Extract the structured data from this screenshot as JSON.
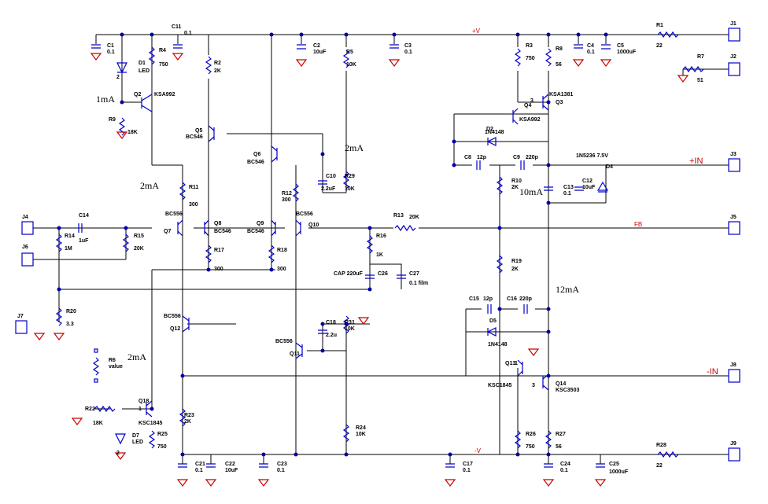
{
  "rails": {
    "pos": "+V",
    "neg": "-V",
    "fb": "FB",
    "in_pos": "+IN",
    "in_neg": "-IN"
  },
  "annotations": {
    "a1": "1mA",
    "a2": "2mA",
    "a3": "2mA",
    "a4": "2mA",
    "a5": "10mA",
    "a6": "12mA"
  },
  "connectors": [
    {
      "ref": "J1"
    },
    {
      "ref": "J2"
    },
    {
      "ref": "J3"
    },
    {
      "ref": "J4"
    },
    {
      "ref": "J5"
    },
    {
      "ref": "J6"
    },
    {
      "ref": "J7"
    },
    {
      "ref": "J8"
    },
    {
      "ref": "J9"
    }
  ],
  "resistors": [
    {
      "ref": "R1",
      "value": "22"
    },
    {
      "ref": "R2",
      "value": "2K"
    },
    {
      "ref": "R3",
      "value": "750"
    },
    {
      "ref": "R4",
      "value": "750"
    },
    {
      "ref": "R5",
      "value": "10K"
    },
    {
      "ref": "R6",
      "value": "value"
    },
    {
      "ref": "R7",
      "value": "51"
    },
    {
      "ref": "R8",
      "value": "56"
    },
    {
      "ref": "R9",
      "value": "18K"
    },
    {
      "ref": "R10",
      "value": "2K"
    },
    {
      "ref": "R11",
      "value": "300"
    },
    {
      "ref": "R12",
      "value": "300"
    },
    {
      "ref": "R13",
      "value": "20K"
    },
    {
      "ref": "R14",
      "value": "1M"
    },
    {
      "ref": "R15",
      "value": "20K"
    },
    {
      "ref": "R16",
      "value": "1K"
    },
    {
      "ref": "R17",
      "value": "300"
    },
    {
      "ref": "R18",
      "value": "300"
    },
    {
      "ref": "R19",
      "value": "2K"
    },
    {
      "ref": "R20",
      "value": "3.3"
    },
    {
      "ref": "R22",
      "value": "18K"
    },
    {
      "ref": "R23",
      "value": "2K"
    },
    {
      "ref": "R24",
      "value": "10K"
    },
    {
      "ref": "R25",
      "value": "750"
    },
    {
      "ref": "R26",
      "value": "750"
    },
    {
      "ref": "R27",
      "value": "56"
    },
    {
      "ref": "R28",
      "value": "22"
    },
    {
      "ref": "R29",
      "value": "10K"
    },
    {
      "ref": "R31",
      "value": "10K"
    }
  ],
  "capacitors": [
    {
      "ref": "C1",
      "value": "0.1"
    },
    {
      "ref": "C2",
      "value": "10uF"
    },
    {
      "ref": "C3",
      "value": "0.1"
    },
    {
      "ref": "C4",
      "value": "0.1"
    },
    {
      "ref": "C5",
      "value": "1000uF"
    },
    {
      "ref": "C8",
      "value": "12p"
    },
    {
      "ref": "C9",
      "value": "220p"
    },
    {
      "ref": "C10",
      "value": "2.2uF"
    },
    {
      "ref": "C11",
      "value": "0.1"
    },
    {
      "ref": "C12",
      "value": "10uF"
    },
    {
      "ref": "C13",
      "value": "0.1"
    },
    {
      "ref": "C14",
      "value": "1uF"
    },
    {
      "ref": "C15",
      "value": "12p"
    },
    {
      "ref": "C16",
      "value": "220p"
    },
    {
      "ref": "C17",
      "value": "0.1"
    },
    {
      "ref": "C18",
      "value": "2.2u"
    },
    {
      "ref": "C21",
      "value": "0.1"
    },
    {
      "ref": "C22",
      "value": "10uF"
    },
    {
      "ref": "C23",
      "value": "0.1"
    },
    {
      "ref": "C24",
      "value": "0.1"
    },
    {
      "ref": "C25",
      "value": "1000uF"
    },
    {
      "ref": "C26",
      "value": "CAP 220uF"
    },
    {
      "ref": "C27",
      "value": "0.1 film"
    }
  ],
  "transistors": [
    {
      "ref": "Q2",
      "part": "KSA992"
    },
    {
      "ref": "Q3",
      "part": "KSA1381"
    },
    {
      "ref": "Q4",
      "part": "KSA992"
    },
    {
      "ref": "Q5",
      "part": "BC546"
    },
    {
      "ref": "Q6",
      "part": "BC546"
    },
    {
      "ref": "Q7",
      "part": "BC556"
    },
    {
      "ref": "Q8",
      "part": "BC546"
    },
    {
      "ref": "Q9",
      "part": "BC546"
    },
    {
      "ref": "Q10",
      "part": "BC556"
    },
    {
      "ref": "Q11",
      "part": "BC556"
    },
    {
      "ref": "Q12",
      "part": "BC556"
    },
    {
      "ref": "Q13",
      "part": "KSC1845"
    },
    {
      "ref": "Q14",
      "part": "KSC3503"
    },
    {
      "ref": "Q18",
      "part": "KSC1845"
    }
  ],
  "diodes": [
    {
      "ref": "D1",
      "part": "LED"
    },
    {
      "ref": "D2",
      "part": "1N4148"
    },
    {
      "ref": "D4",
      "part": "1N5236 7.5V"
    },
    {
      "ref": "D5",
      "part": "1N4148"
    },
    {
      "ref": "D7",
      "part": "LED"
    }
  ],
  "pin_numbers": {
    "p3a": "3",
    "p3b": "3",
    "p2a": "2",
    "p2b": "2",
    "p1a": "1",
    "p1b": "1"
  }
}
